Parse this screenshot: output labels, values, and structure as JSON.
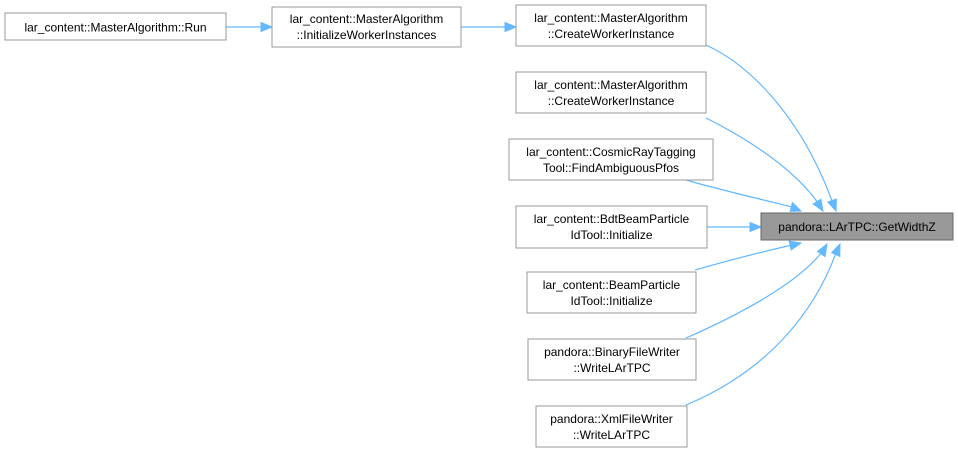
{
  "nodes": {
    "run": {
      "lines": [
        "lar_content::MasterAlgorithm::Run"
      ]
    },
    "init_workers": {
      "lines": [
        "lar_content::MasterAlgorithm",
        "::InitializeWorkerInstances"
      ]
    },
    "create_worker_1": {
      "lines": [
        "lar_content::MasterAlgorithm",
        "::CreateWorkerInstance"
      ]
    },
    "create_worker_2": {
      "lines": [
        "lar_content::MasterAlgorithm",
        "::CreateWorkerInstance"
      ]
    },
    "cosmic_ray": {
      "lines": [
        "lar_content::CosmicRayTagging",
        "Tool::FindAmbiguousPfos"
      ]
    },
    "bdt_beam": {
      "lines": [
        "lar_content::BdtBeamParticle",
        "IdTool::Initialize"
      ]
    },
    "beam_particle": {
      "lines": [
        "lar_content::BeamParticle",
        "IdTool::Initialize"
      ]
    },
    "binary_writer": {
      "lines": [
        "pandora::BinaryFileWriter",
        "::WriteLArTPC"
      ]
    },
    "xml_writer": {
      "lines": [
        "pandora::XmlFileWriter",
        "::WriteLArTPC"
      ]
    },
    "target": {
      "lines": [
        "pandora::LArTPC::GetWidthZ"
      ]
    }
  },
  "colors": {
    "edge": "#63b8ff",
    "node_border": "#999999",
    "target_fill": "#999999"
  }
}
